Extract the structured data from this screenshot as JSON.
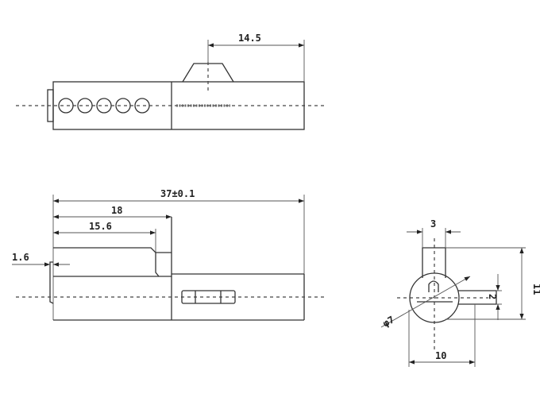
{
  "dimensions": {
    "top_width": "14.5",
    "total_length": "37±0.1",
    "step_length": "18",
    "shoulder_length": "15.6",
    "flange_thickness": "1.6",
    "stem_width": "3",
    "height": "11",
    "pin_diameter": "2",
    "diameter": "φ7",
    "width": "10"
  },
  "views": [
    "top-view",
    "side-view",
    "end-view"
  ]
}
